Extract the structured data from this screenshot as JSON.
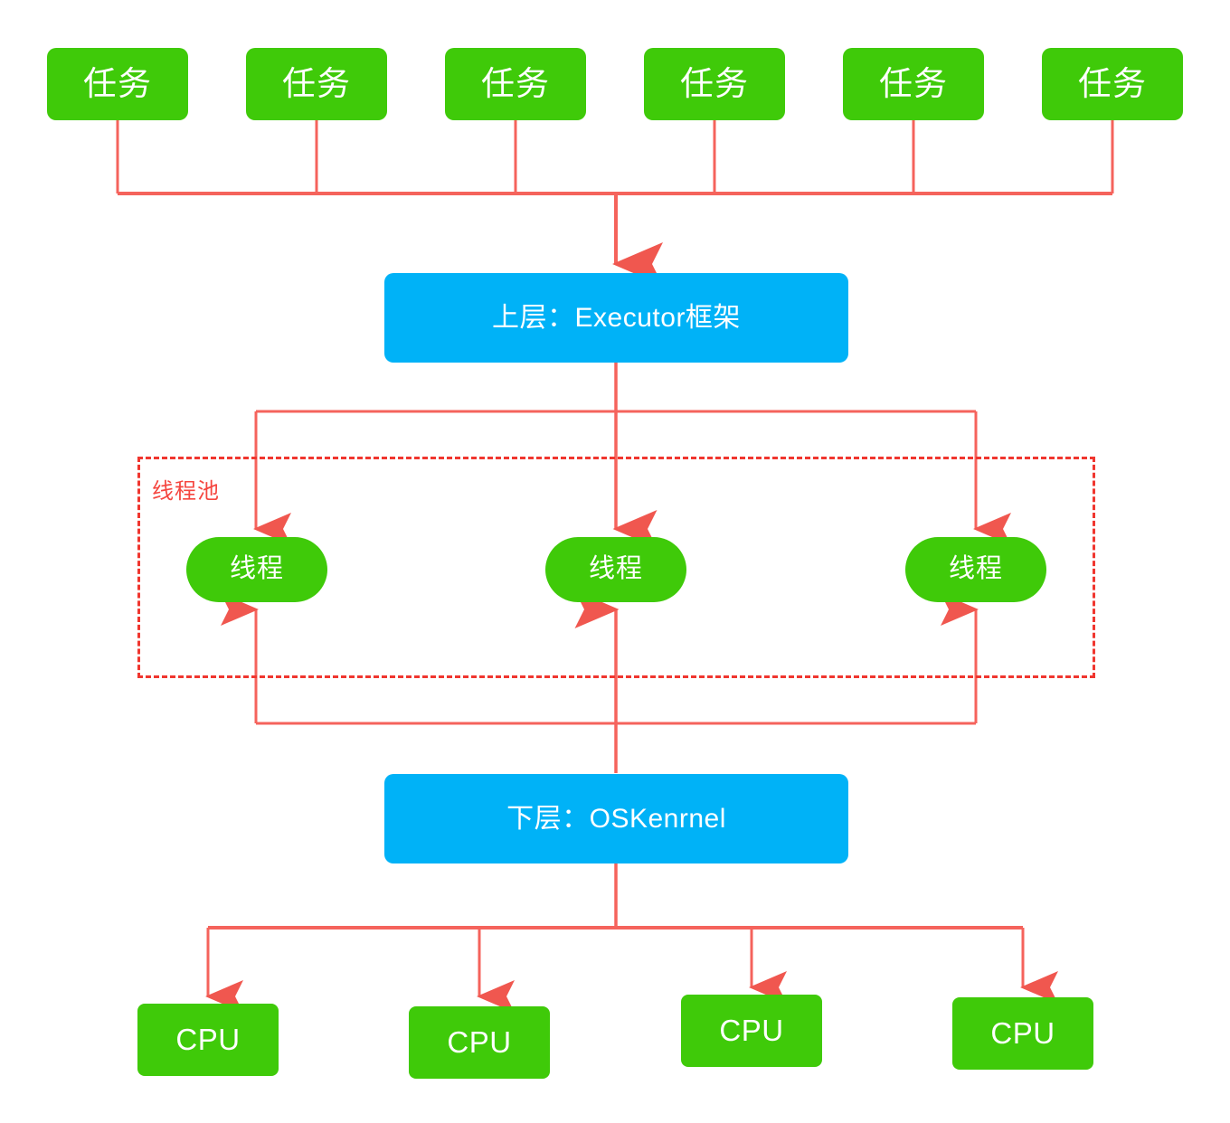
{
  "diagram": {
    "title_text": "",
    "colors": {
      "node_green": "#3fca09",
      "node_blue": "#00b2f7",
      "edge_red": "#f5635c",
      "dash_red": "#f0362f",
      "label_red": "#f5463f",
      "background": "#ffffff",
      "node_text": "#ffffff"
    },
    "tasks": [
      {
        "label": "任务"
      },
      {
        "label": "任务"
      },
      {
        "label": "任务"
      },
      {
        "label": "任务"
      },
      {
        "label": "任务"
      },
      {
        "label": "任务"
      }
    ],
    "upper_layer": {
      "label": "上层：Executor框架"
    },
    "thread_pool": {
      "label": "线程池",
      "threads": [
        {
          "label": "线程"
        },
        {
          "label": "线程"
        },
        {
          "label": "线程"
        }
      ]
    },
    "lower_layer": {
      "label": "下层：OSKenrnel"
    },
    "cpus": [
      {
        "label": "CPU"
      },
      {
        "label": "CPU"
      },
      {
        "label": "CPU"
      },
      {
        "label": "CPU"
      }
    ]
  }
}
